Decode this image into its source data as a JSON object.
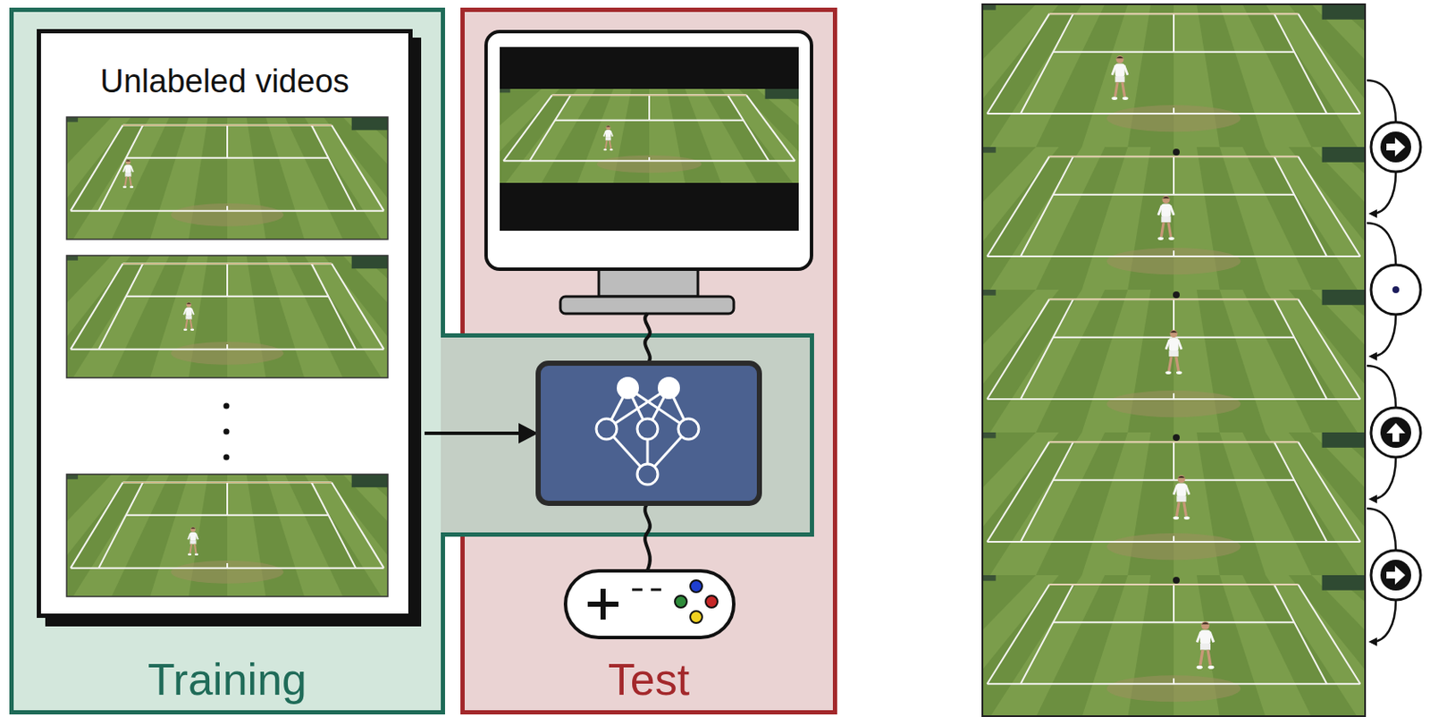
{
  "diagram": {
    "nodes": [
      {
        "text": [
          "Training"
        ]
      },
      {
        "text": [
          "Unlabeled videos"
        ],
        "in": 0
      },
      {
        "text": [
          "Test"
        ]
      }
    ]
  }
}
